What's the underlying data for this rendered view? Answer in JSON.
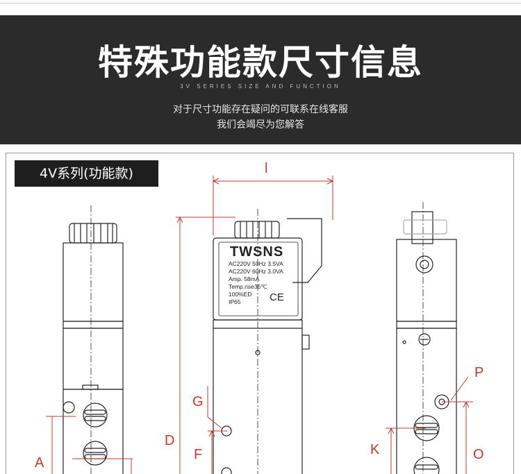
{
  "banner": {
    "title": "特殊功能款尺寸信息",
    "subtitle": "3V SERIES SIZE AND FUNCTION",
    "desc_line1": "对于尺寸功能存在疑问的可联系在线客服",
    "desc_line2": "我们会竭尽为您解答"
  },
  "drawing": {
    "series_tag": "4V系列(功能款)",
    "coil": {
      "brand": "TWSNS",
      "spec_lines": [
        "AC220V 50Hz 3.5VA",
        "AC220V 60Hz 3.0VA",
        "Amp. 58mA",
        "Temp.rise35℃",
        "100%ED",
        "IP65"
      ],
      "cert": "CE"
    },
    "dimensions": {
      "l": "l",
      "d": "D",
      "g": "G",
      "f": "F",
      "a": "A",
      "p": "P",
      "k": "K",
      "o": "O"
    }
  },
  "colors": {
    "banner_bg": "#2b2b2b",
    "dimension_red": "#c0392b",
    "line_dark": "#222222"
  }
}
